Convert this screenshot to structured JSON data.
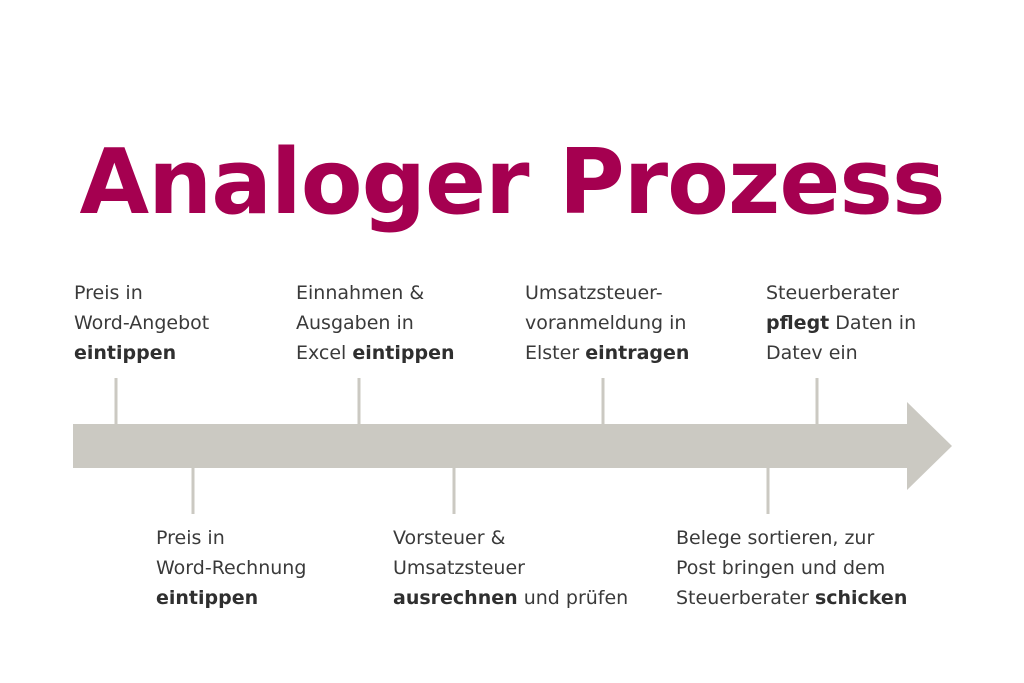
{
  "title": "Analoger Prozess",
  "colors": {
    "accent": "#a50050",
    "arrow": "#cbc9c2",
    "text": "#3a3a3a"
  },
  "steps_top": [
    {
      "lines": [
        [
          {
            "t": "Preis in"
          }
        ],
        [
          {
            "t": "Word-Angebot"
          }
        ],
        [
          {
            "t": "eintippen",
            "b": true
          }
        ]
      ]
    },
    {
      "lines": [
        [
          {
            "t": "Einnahmen &"
          }
        ],
        [
          {
            "t": "Ausgaben in"
          }
        ],
        [
          {
            "t": "Excel "
          },
          {
            "t": "eintippen",
            "b": true
          }
        ]
      ]
    },
    {
      "lines": [
        [
          {
            "t": "Umsatzsteuer-"
          }
        ],
        [
          {
            "t": "voranmeldung in"
          }
        ],
        [
          {
            "t": "Elster "
          },
          {
            "t": "eintragen",
            "b": true
          }
        ]
      ]
    },
    {
      "lines": [
        [
          {
            "t": "Steuerberater"
          }
        ],
        [
          {
            "t": "pflegt",
            "b": true
          },
          {
            "t": " Daten in"
          }
        ],
        [
          {
            "t": "Datev ein"
          }
        ]
      ]
    }
  ],
  "steps_bottom": [
    {
      "lines": [
        [
          {
            "t": "Preis in"
          }
        ],
        [
          {
            "t": "Word-Rechnung"
          }
        ],
        [
          {
            "t": "eintippen",
            "b": true
          }
        ]
      ]
    },
    {
      "lines": [
        [
          {
            "t": "Vorsteuer &"
          }
        ],
        [
          {
            "t": "Umsatzsteuer"
          }
        ],
        [
          {
            "t": "ausrechnen",
            "b": true
          },
          {
            "t": " und prüfen"
          }
        ]
      ]
    },
    {
      "lines": [
        [
          {
            "t": "Belege sortieren, zur"
          }
        ],
        [
          {
            "t": "Post bringen und dem"
          }
        ],
        [
          {
            "t": "Steuerberater "
          },
          {
            "t": "schicken",
            "b": true
          }
        ]
      ]
    }
  ]
}
